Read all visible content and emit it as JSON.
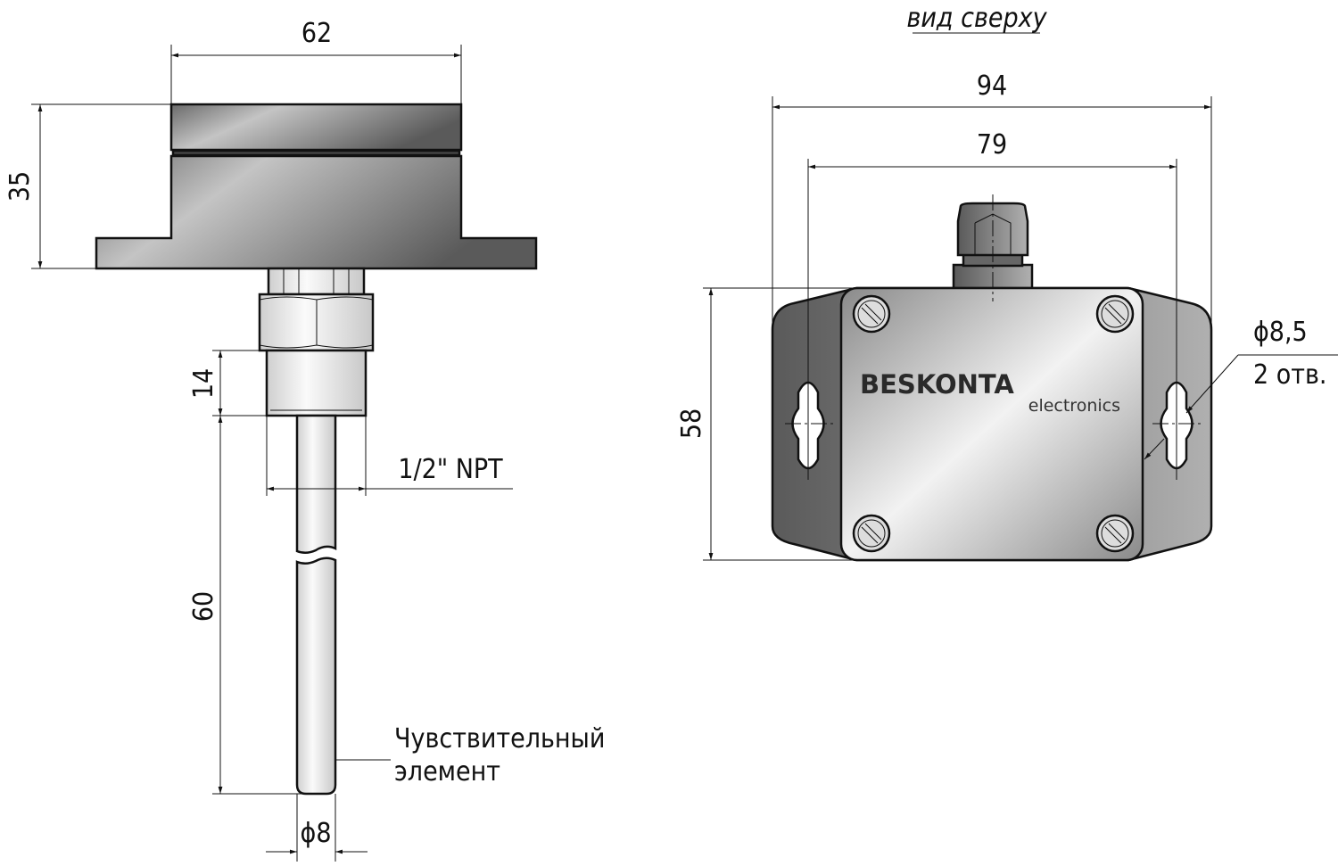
{
  "left_view": {
    "dim_width": "62",
    "dim_height": "35",
    "dim_thread_len": "14",
    "dim_probe_len": "60",
    "thread_label": "1/2\" NPT",
    "sensor_label_line1": "Чувствительный",
    "sensor_label_line2": "элемент",
    "dim_probe_dia": "ϕ8"
  },
  "right_view": {
    "view_title": "вид сверху",
    "dim_width": "94",
    "dim_hole_spacing": "79",
    "dim_height": "58",
    "hole_dia": "ϕ8,5",
    "hole_count": "2 отв.",
    "logo_brand": "BESKONTA",
    "logo_sub": "electronics"
  }
}
